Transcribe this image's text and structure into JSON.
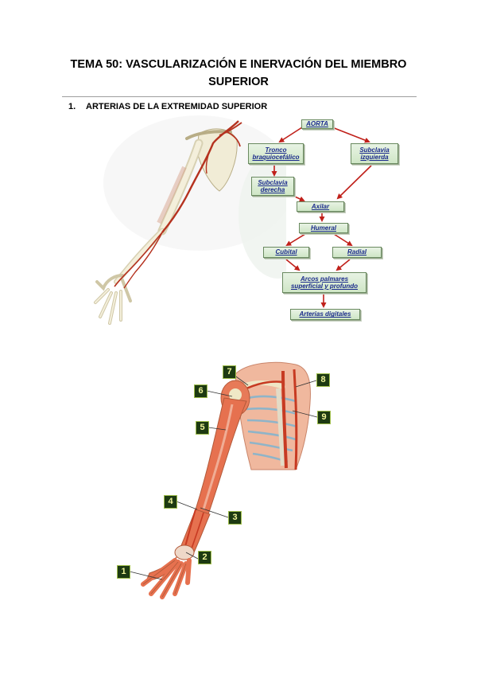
{
  "document": {
    "title": "TEMA 50: VASCULARIZACIÓN E INERVACIÓN DEL MIEMBRO SUPERIOR",
    "section": {
      "number": "1.",
      "title": "ARTERIAS DE LA EXTREMIDAD SUPERIOR"
    }
  },
  "flowchart": {
    "aorta": "AORTA",
    "tronco": "Tronco braquiocefálico",
    "subclavia_izq": "Subclavia izquierda",
    "subclavia_der": "Subclavia derecha",
    "axilar": "Axilar",
    "humeral": "Humeral",
    "cubital": "Cubital",
    "radial": "Radial",
    "arcos": "Arcos palmares superficial y profundo",
    "digitales": "Arterias digitales"
  },
  "diagram_labels": [
    "1",
    "2",
    "3",
    "4",
    "5",
    "6",
    "7",
    "8",
    "9"
  ],
  "colors": {
    "box_fill": "#d6ead0",
    "box_text": "#1a2a8c",
    "arrow": "#c0201a",
    "label_bg": "#1d3a12",
    "label_text": "#f1f59a",
    "muscle": "#e0714f",
    "bone": "#efe8c6",
    "artery": "#c73a22"
  }
}
